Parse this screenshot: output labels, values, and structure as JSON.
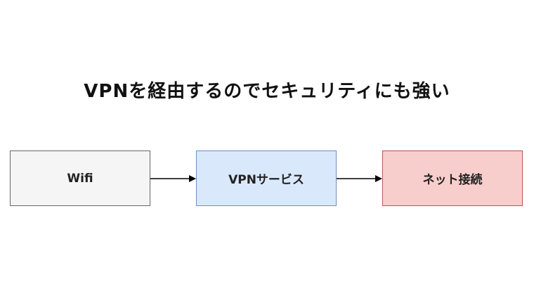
{
  "title": "VPNを経由するのでセキュリティにも強い",
  "nodes": {
    "wifi": {
      "label": "Wifi",
      "fill": "#f5f5f5",
      "stroke": "#666666"
    },
    "vpn": {
      "label": "VPNサービス",
      "fill": "#dae8fc",
      "stroke": "#6c8ebf"
    },
    "net": {
      "label": "ネット接続",
      "fill": "#f8cecc",
      "stroke": "#b85450"
    }
  },
  "edges": [
    {
      "from": "wifi",
      "to": "vpn"
    },
    {
      "from": "vpn",
      "to": "net"
    }
  ]
}
